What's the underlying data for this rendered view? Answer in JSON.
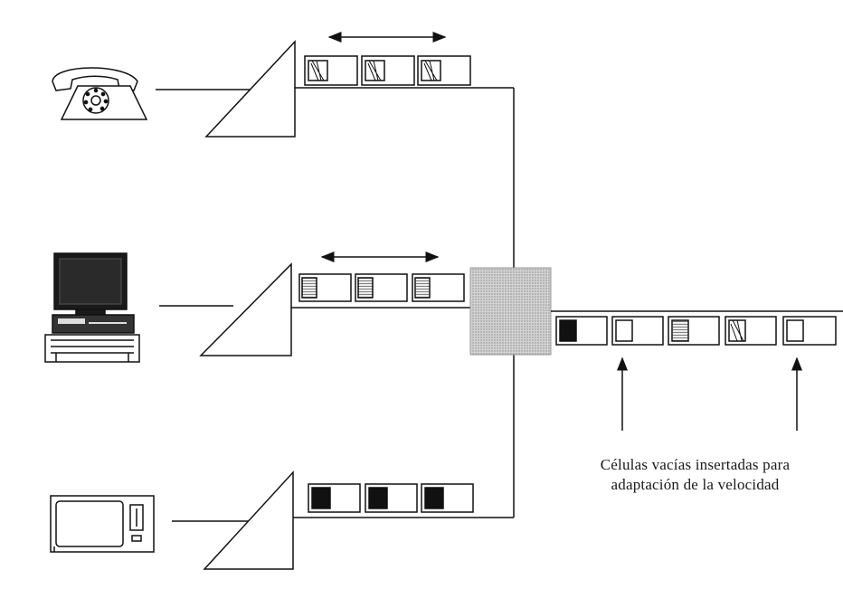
{
  "diagram": {
    "sources": [
      {
        "name": "telephone",
        "icon": "telephone-icon",
        "cell_style": "diagonal"
      },
      {
        "name": "computer",
        "icon": "computer-icon",
        "cell_style": "dotted"
      },
      {
        "name": "television",
        "icon": "television-icon",
        "cell_style": "solid-block"
      }
    ],
    "output_cells": [
      "solid-block",
      "empty",
      "dotted",
      "diagonal",
      "empty"
    ],
    "caption_line1": "Células vacías insertadas para",
    "caption_line2": "adaptación de la velocidad",
    "colors": {
      "ink": "#111111",
      "mux_fill": "#cfcfcf",
      "cell_fill": "#ffffff"
    }
  }
}
